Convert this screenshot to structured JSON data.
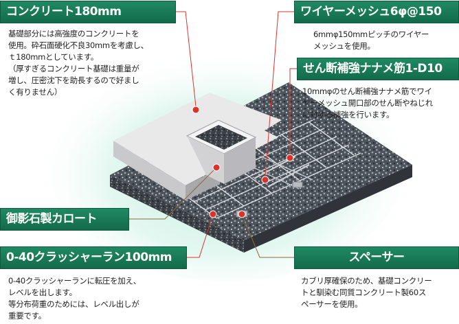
{
  "labels": {
    "concrete": "コンクリート180mm",
    "wire_mesh": "ワイヤーメッシュ6φ@150",
    "shear_rebar": "せん断補強ナナメ筋1-D10",
    "stone_curb": "御影石製カロート",
    "crusher_run": "0-40クラッシャーラン100mm",
    "spacer": "スペーサー"
  },
  "descriptions": {
    "concrete": "基礎部分には高強度のコンクリートを\n使用。砕石面硬化不良30mmを考慮し、\nｔ180mmとしています。\n（厚すぎるコンクリート基礎は重量が\n増し、圧密沈下を助長するので好まし\nく有りません）",
    "wire_mesh": "6mmφ150mmピッチのワイヤー\nメッシュを使用。",
    "shear_rebar": "10mmφのせん断補強ナナメ筋でワイ\nヤーメッシュ開口部のせん断やねじれ\nに対する補強を行います。",
    "crusher_run": "0-40クラッシャーランに転圧を加え、\nレベルを出します。\n等分布荷重のためには、レベル出しが\n重要です。",
    "spacer": "カブリ厚確保のため、基礎コンクリー\nトと馴染む同質コンクリート製60ス\nペーサーを使用。"
  },
  "colors": {
    "label_green": "#1a7a57",
    "marker_red": "#d9342b",
    "leader_concrete": "#d9342b",
    "leader_spacer": "#8a6a3a"
  }
}
